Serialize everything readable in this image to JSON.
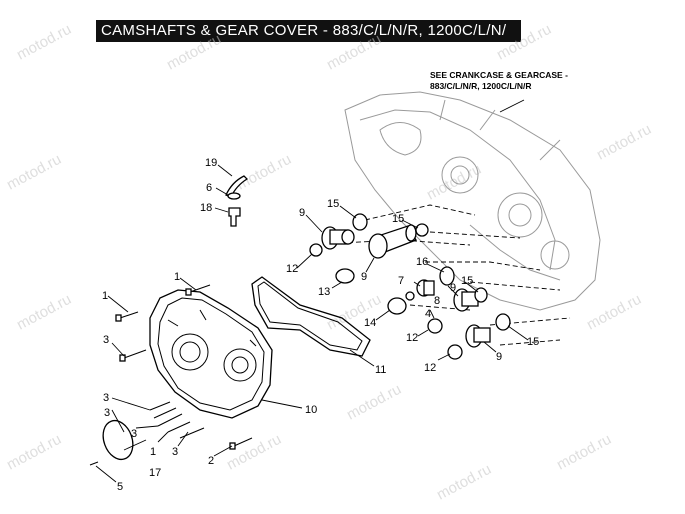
{
  "title": "CAMSHAFTS & GEAR COVER - 883/C/L/N/R, 1200C/L/N/",
  "reference_note": [
    "SEE CRANKCASE & GEARCASE -",
    "883/C/L/N/R, 1200C/L/N/R"
  ],
  "watermark": "motod.ru",
  "callouts": [
    {
      "id": "19",
      "text": "19"
    },
    {
      "id": "6",
      "text": "6"
    },
    {
      "id": "18",
      "text": "18"
    },
    {
      "id": "15a",
      "text": "15"
    },
    {
      "id": "15b",
      "text": "15"
    },
    {
      "id": "15c",
      "text": "15"
    },
    {
      "id": "15d",
      "text": "15"
    },
    {
      "id": "9a",
      "text": "9"
    },
    {
      "id": "9b",
      "text": "9"
    },
    {
      "id": "9c",
      "text": "9"
    },
    {
      "id": "9d",
      "text": "9"
    },
    {
      "id": "12a",
      "text": "12"
    },
    {
      "id": "12b",
      "text": "12"
    },
    {
      "id": "12c",
      "text": "12"
    },
    {
      "id": "13",
      "text": "13"
    },
    {
      "id": "16",
      "text": "16"
    },
    {
      "id": "7",
      "text": "7"
    },
    {
      "id": "8",
      "text": "8"
    },
    {
      "id": "4",
      "text": "4"
    },
    {
      "id": "14",
      "text": "14"
    },
    {
      "id": "11",
      "text": "11"
    },
    {
      "id": "10",
      "text": "10"
    },
    {
      "id": "1a",
      "text": "1"
    },
    {
      "id": "1b",
      "text": "1"
    },
    {
      "id": "1c",
      "text": "1"
    },
    {
      "id": "3a",
      "text": "3"
    },
    {
      "id": "3b",
      "text": "3"
    },
    {
      "id": "3c",
      "text": "3"
    },
    {
      "id": "3d",
      "text": "3"
    },
    {
      "id": "3e",
      "text": "3"
    },
    {
      "id": "2",
      "text": "2"
    },
    {
      "id": "17",
      "text": "17"
    },
    {
      "id": "5",
      "text": "5"
    }
  ]
}
